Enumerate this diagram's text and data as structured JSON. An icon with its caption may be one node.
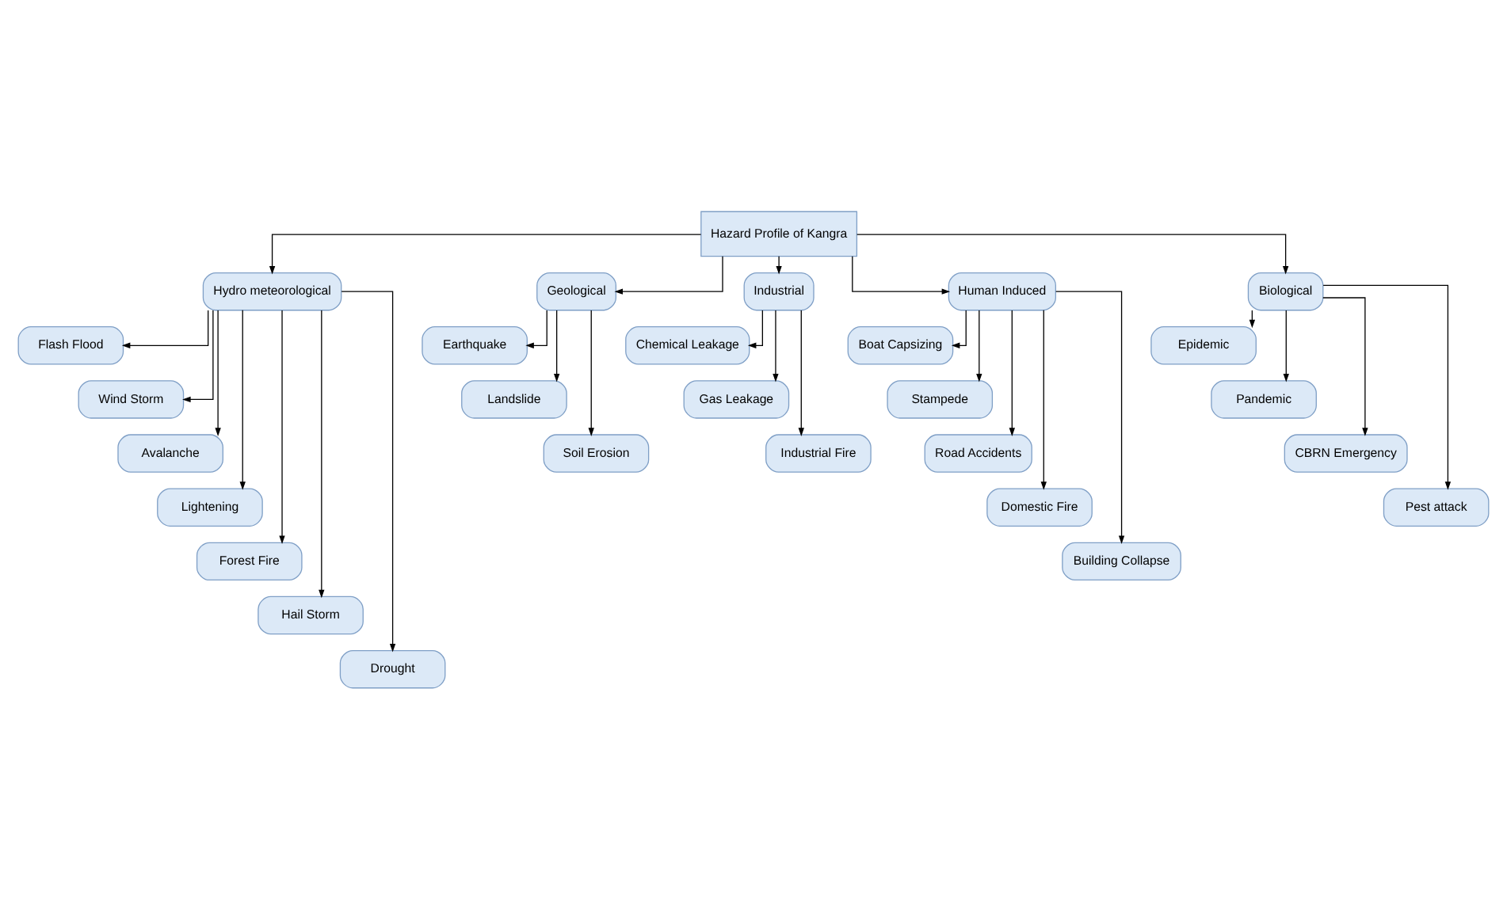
{
  "diagram": {
    "nodes": [
      {
        "text": [
          "Hazard Profile of Kangra"
        ]
      },
      {
        "text": [
          "Hydro meteorological"
        ]
      },
      {
        "text": [
          "Geological"
        ]
      },
      {
        "text": [
          "Industrial"
        ]
      },
      {
        "text": [
          "Human Induced"
        ]
      },
      {
        "text": [
          "Biological"
        ]
      },
      {
        "text": [
          "Flash Flood"
        ]
      },
      {
        "text": [
          "Wind Storm"
        ]
      },
      {
        "text": [
          "Avalanche"
        ]
      },
      {
        "text": [
          "Lightening"
        ]
      },
      {
        "text": [
          "Forest Fire"
        ]
      },
      {
        "text": [
          "Hail Storm"
        ]
      },
      {
        "text": [
          "Drought"
        ]
      },
      {
        "text": [
          "Earthquake"
        ]
      },
      {
        "text": [
          "Landslide"
        ]
      },
      {
        "text": [
          "Soil Erosion"
        ]
      },
      {
        "text": [
          "Chemical Leakage"
        ]
      },
      {
        "text": [
          "Gas Leakage"
        ]
      },
      {
        "text": [
          "Industrial Fire"
        ]
      },
      {
        "text": [
          "Boat Capsizing"
        ]
      },
      {
        "text": [
          "Stampede"
        ]
      },
      {
        "text": [
          "Road Accidents"
        ]
      },
      {
        "text": [
          "Domestic Fire"
        ]
      },
      {
        "text": [
          "Building Collapse"
        ]
      },
      {
        "text": [
          "Epidemic"
        ]
      },
      {
        "text": [
          "Pandemic"
        ]
      },
      {
        "text": [
          "CBRN Emergency"
        ]
      },
      {
        "text": [
          "Pest attack"
        ]
      }
    ],
    "edges": [
      {
        "from": 0,
        "to": 1,
        "arrow": "to"
      },
      {
        "from": 0,
        "to": 2,
        "arrow": "to"
      },
      {
        "from": 0,
        "to": 3,
        "arrow": "to"
      },
      {
        "from": 0,
        "to": 4,
        "arrow": "to"
      },
      {
        "from": 0,
        "to": 5,
        "arrow": "to"
      },
      {
        "from": 1,
        "to": 6,
        "arrow": "to"
      },
      {
        "from": 1,
        "to": 7,
        "arrow": "to"
      },
      {
        "from": 1,
        "to": 8,
        "arrow": "to"
      },
      {
        "from": 1,
        "to": 9,
        "arrow": "to"
      },
      {
        "from": 1,
        "to": 10,
        "arrow": "to"
      },
      {
        "from": 1,
        "to": 11,
        "arrow": "to"
      },
      {
        "from": 1,
        "to": 12,
        "arrow": "to"
      },
      {
        "from": 2,
        "to": 13,
        "arrow": "to"
      },
      {
        "from": 2,
        "to": 14,
        "arrow": "to"
      },
      {
        "from": 2,
        "to": 15,
        "arrow": "to"
      },
      {
        "from": 3,
        "to": 16,
        "arrow": "to"
      },
      {
        "from": 3,
        "to": 17,
        "arrow": "to"
      },
      {
        "from": 3,
        "to": 18,
        "arrow": "to"
      },
      {
        "from": 4,
        "to": 19,
        "arrow": "to"
      },
      {
        "from": 4,
        "to": 20,
        "arrow": "to"
      },
      {
        "from": 4,
        "to": 21,
        "arrow": "to"
      },
      {
        "from": 4,
        "to": 22,
        "arrow": "to"
      },
      {
        "from": 4,
        "to": 23,
        "arrow": "to"
      },
      {
        "from": 5,
        "to": 24,
        "arrow": "to"
      },
      {
        "from": 5,
        "to": 25,
        "arrow": "to"
      },
      {
        "from": 5,
        "to": 26,
        "arrow": "to"
      },
      {
        "from": 5,
        "to": 27,
        "arrow": "to"
      }
    ]
  }
}
